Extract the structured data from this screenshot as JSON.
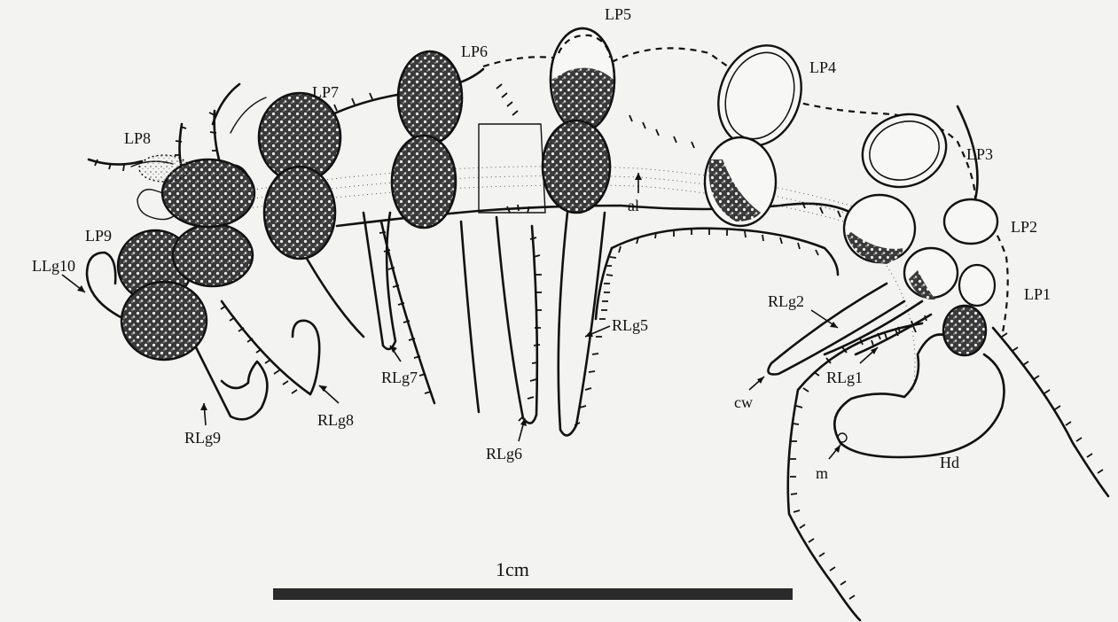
{
  "labels": {
    "lp1": "LP1",
    "lp2": "LP2",
    "lp3": "LP3",
    "lp4": "LP4",
    "lp5": "LP5",
    "lp6": "LP6",
    "lp7": "LP7",
    "lp8": "LP8",
    "lp9": "LP9",
    "rlg1": "RLg1",
    "rlg2": "RLg2",
    "rlg5": "RLg5",
    "rlg6": "RLg6",
    "rlg7": "RLg7",
    "rlg8": "RLg8",
    "rlg9": "RLg9",
    "llg10": "LLg10",
    "al": "al",
    "cw": "cw",
    "m": "m",
    "hd": "Hd"
  },
  "scale_bar": {
    "label": "1cm"
  }
}
